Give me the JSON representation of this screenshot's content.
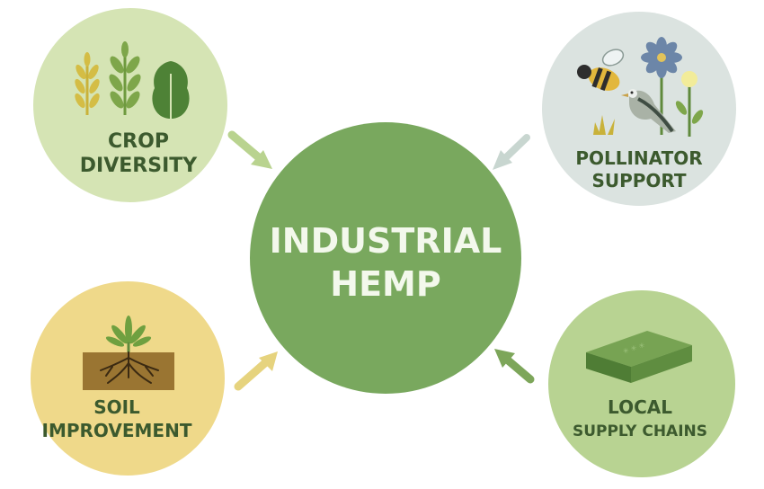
{
  "center": {
    "line1": "INDUSTRIAL",
    "line2": "HEMP"
  },
  "nodes": {
    "crop_diversity": {
      "line1": "CROP",
      "line2": "DIVERSITY",
      "icon": "plants-icon"
    },
    "pollinator_support": {
      "line1": "POLLINATOR",
      "line2": "SUPPORT",
      "icon": "bee-bird-flowers-icon"
    },
    "soil_improvement": {
      "line1": "SOIL",
      "line2": "IMPROVEMENT",
      "icon": "hemp-roots-icon"
    },
    "local_supply_chains": {
      "line1": "LOCAL",
      "line2": "SUPPLY CHAINS",
      "icon": "hemp-block-icon"
    }
  },
  "colors": {
    "center": "#79a85e",
    "crop_diversity": "#d5e4b4",
    "pollinator_support": "#dbe3e0",
    "soil_improvement": "#efd98a",
    "local_supply_chains": "#b8d392",
    "text_dark": "#3c5a2e"
  }
}
